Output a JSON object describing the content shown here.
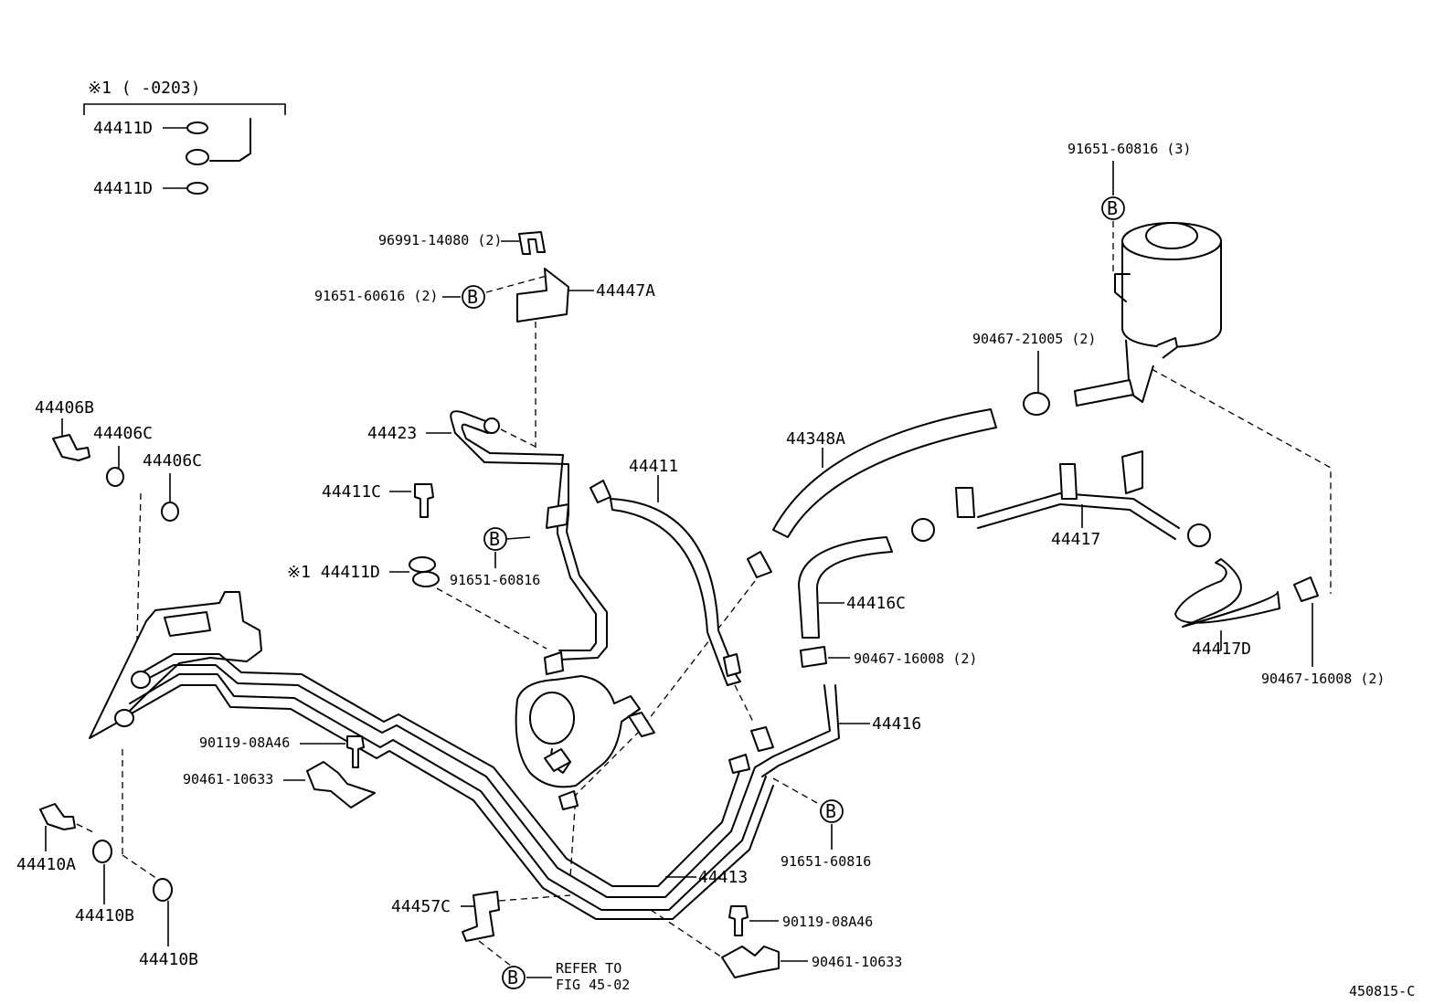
{
  "inset": {
    "note": "※1 (      -0203)",
    "labels": [
      "44411D",
      "44411D"
    ]
  },
  "labels": {
    "l_96991_14080": "96991-14080 (2)",
    "l_91651_60616": "91651-60616 (2)",
    "l_44447A": "44447A",
    "l_91651_60816_3": "91651-60816 (3)",
    "l_90467_21005": "90467-21005 (2)",
    "l_44406B": "44406B",
    "l_44406C_a": "44406C",
    "l_44406C_b": "44406C",
    "l_44423": "44423",
    "l_44411": "44411",
    "l_44348A": "44348A",
    "l_44411C": "44411C",
    "l_44411D_main": "※1 44411D",
    "l_91651_60816_a": "91651-60816",
    "l_44417": "44417",
    "l_44416C": "44416C",
    "l_90467_16008_a": "90467-16008 (2)",
    "l_44417D": "44417D",
    "l_90467_16008_b": "90467-16008 (2)",
    "l_44416": "44416",
    "l_90119_08A46_a": "90119-08A46",
    "l_90461_10633_a": "90461-10633",
    "l_91651_60816_b": "91651-60816",
    "l_44413": "44413",
    "l_44410A": "44410A",
    "l_44410B_a": "44410B",
    "l_44410B_b": "44410B",
    "l_44457C": "44457C",
    "l_90119_08A46_b": "90119-08A46",
    "l_90461_10633_b": "90461-10633",
    "l_refer_1": "REFER TO",
    "l_refer_2": "FIG 45-02",
    "l_fig_id": "450815-C"
  },
  "callout_letter": "B"
}
